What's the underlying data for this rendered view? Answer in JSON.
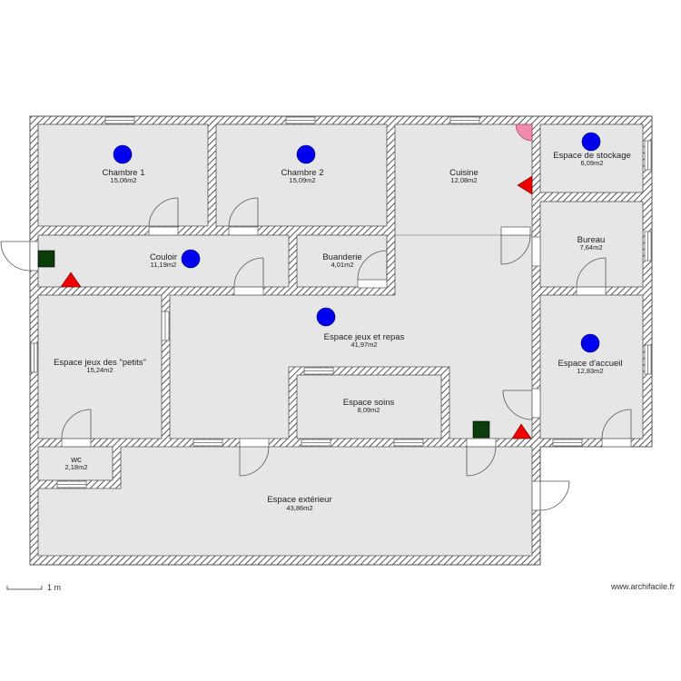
{
  "colors": {
    "wall": "#555555",
    "room_fill": "#e6e6e6",
    "sensor_blue": "#0000ee",
    "alarm_red": "#ee0000",
    "box_green": "#0b3d0b",
    "pink": "#f08ab0"
  },
  "rooms": {
    "chambre1": {
      "label": "Chambre 1",
      "area": "15,06m2"
    },
    "chambre2": {
      "label": "Chambre 2",
      "area": "15,09m2"
    },
    "cuisine": {
      "label": "Cuisine",
      "area": "12,08m2"
    },
    "stockage": {
      "label": "Espace de stockage",
      "area": "6,09m2"
    },
    "bureau": {
      "label": "Bureau",
      "area": "7,64m2"
    },
    "couloir": {
      "label": "Couloir",
      "area": "11,19m2"
    },
    "buanderie": {
      "label": "Buanderie",
      "area": "4,01m2"
    },
    "jeux_repas": {
      "label": "Espace jeux et repas",
      "area": "41,97m2"
    },
    "accueil": {
      "label": "Espace d'accueil",
      "area": "12,83m2"
    },
    "jeux_petits": {
      "label": "Espace jeux des \"petits\"",
      "area": "15,24m2"
    },
    "soins": {
      "label": "Espace soins",
      "area": "8,09m2"
    },
    "wc": {
      "label": "wc",
      "area": "2,18m2"
    },
    "exterieur": {
      "label": "Espace extérieur",
      "area": "43,86m2"
    }
  },
  "scale": {
    "label": "1 m"
  },
  "watermark": "www.archifacile.fr",
  "icons": [
    "blue-circle-icon",
    "red-triangle-icon",
    "green-square-icon",
    "pink-quarter-icon",
    "door-swing-icon",
    "window-icon"
  ]
}
